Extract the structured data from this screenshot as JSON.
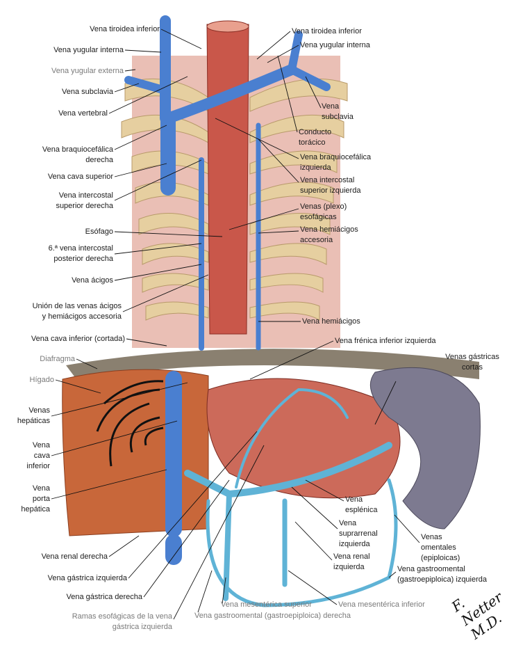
{
  "labels": {
    "left": [
      {
        "text": "Vena tiroidea inferior"
      },
      {
        "text": "Vena yugular interna"
      },
      {
        "text": "Vena yugular externa"
      },
      {
        "text": "Vena subclavia"
      },
      {
        "text": "Vena vertebral"
      },
      {
        "text": "Vena braquiocefálica\nderecha"
      },
      {
        "text": "Vena cava superior"
      },
      {
        "text": "Vena intercostal\nsuperior derecha"
      },
      {
        "text": "Esófago"
      },
      {
        "text": "6.ª vena intercostal\nposterior derecha"
      },
      {
        "text": "Vena ácigos"
      },
      {
        "text": "Unión de las venas ácigos\ny hemiácigos accesoria"
      },
      {
        "text": "Vena cava inferior (cortada)"
      },
      {
        "text": "Diafragma"
      },
      {
        "text": "Hígado"
      },
      {
        "text": "Venas\nhepáticas"
      },
      {
        "text": "Vena\ncava\ninferior"
      },
      {
        "text": "Vena\nporta\nhepática"
      },
      {
        "text": "Vena renal derecha"
      },
      {
        "text": "Vena gástrica izquierda"
      },
      {
        "text": "Vena gástrica derecha"
      },
      {
        "text": "Ramas esofágicas de la vena\ngástrica izquierda"
      }
    ],
    "right": [
      {
        "text": "Vena tiroidea inferior"
      },
      {
        "text": "Vena yugular interna"
      },
      {
        "text": "Vena\nsubclavia"
      },
      {
        "text": "Conducto\ntorácico"
      },
      {
        "text": "Vena braquiocefálica\nizquierda"
      },
      {
        "text": "Vena intercostal\nsuperior izquierda"
      },
      {
        "text": "Venas (plexo)\nesofágicas"
      },
      {
        "text": "Vena hemiácigos\naccesoria"
      },
      {
        "text": "Vena hemiácigos"
      },
      {
        "text": "Vena frénica inferior izquierda"
      },
      {
        "text": "Venas gástricas\ncortas"
      },
      {
        "text": "Vena\nesplénica"
      },
      {
        "text": "Vena\nsuprarrenal\nizquierda"
      },
      {
        "text": "Venas\nomentales\n(epiploicas)"
      },
      {
        "text": "Vena renal\nizquierda"
      },
      {
        "text": "Vena gastroomental\n(gastroepiploica) izquierda"
      },
      {
        "text": "Vena mesentérica superior"
      },
      {
        "text": "Vena mesentérica inferior"
      },
      {
        "text": "Vena gastroomental (gastroepiploica) derecha"
      }
    ]
  },
  "signature": "F. Netter M.D.",
  "colors": {
    "vein": "#4a7fd0",
    "portal": "#5fb3d6",
    "muscle": "#c9574a",
    "liver": "#c8673a",
    "spleen": "#7d7a90",
    "rib": "#e6cfa0"
  }
}
